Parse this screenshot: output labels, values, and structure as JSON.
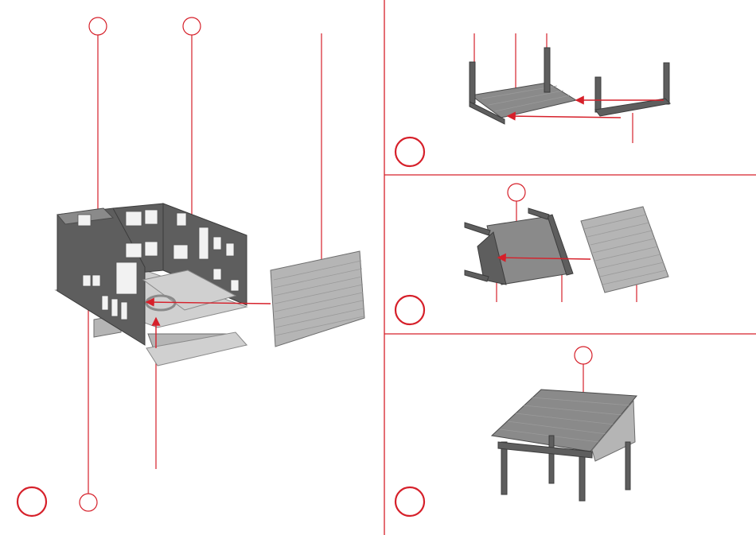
{
  "title": "",
  "colors": {
    "accent": "#d6202a",
    "model_dark": "#5e5e5e",
    "model_light": "#b5b5b5"
  },
  "steps": [
    {
      "panel": "building-shell-assembly",
      "callout_markers": 3,
      "step_marker_label": ""
    },
    {
      "panel": "shed-frame-assembly",
      "callout_markers": 0,
      "step_marker_label": ""
    },
    {
      "panel": "shed-roof-assembly",
      "callout_markers": 1,
      "step_marker_label": ""
    },
    {
      "panel": "finished-shed",
      "callout_markers": 1,
      "step_marker_label": ""
    }
  ]
}
